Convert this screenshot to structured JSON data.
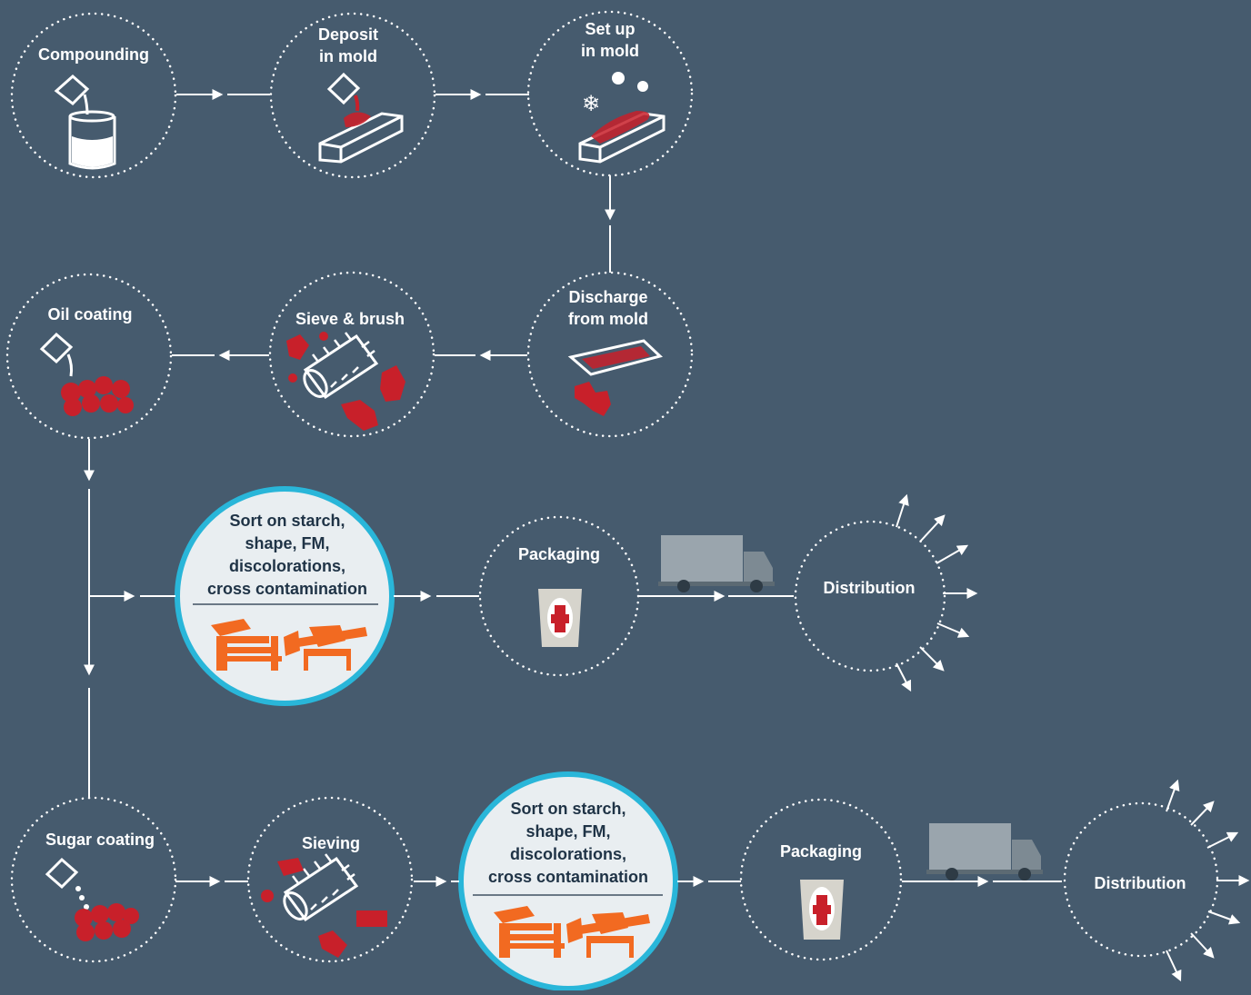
{
  "colors": {
    "background": "#465b6e",
    "line": "#ffffff",
    "gummy_red": "#c8202a",
    "highlight_ring": "#29b6d9",
    "highlight_fill": "#e9eef1",
    "machine_orange": "#f26a21",
    "truck_gray": "#9aa5ad"
  },
  "steps": {
    "compounding": "Compounding",
    "deposit": [
      "Deposit",
      "in mold"
    ],
    "setup": [
      "Set up",
      "in mold"
    ],
    "discharge": [
      "Discharge",
      "from mold"
    ],
    "sieve_brush": "Sieve & brush",
    "oil_coating": "Oil coating",
    "sort1": [
      "Sort on starch,",
      "shape, FM,",
      "discolorations,",
      "cross contamination"
    ],
    "packaging1": "Packaging",
    "distribution1": "Distribution",
    "sugar_coating": "Sugar coating",
    "sieving": "Sieving",
    "sort2": [
      "Sort on starch,",
      "shape, FM,",
      "discolorations,",
      "cross contamination"
    ],
    "packaging2": "Packaging",
    "distribution2": "Distribution"
  },
  "icons": {
    "compounding": "pour-into-bucket-icon",
    "deposit": "pour-into-mold-icon",
    "setup": "cooling-mold-icon",
    "discharge": "mold-discharge-icon",
    "sieve_brush": "brush-sieve-icon",
    "oil_coating": "oil-pour-gummy-icon",
    "sorter": "optical-sorter-machine-icon",
    "packaging": "gummy-bag-icon",
    "truck": "delivery-truck-icon",
    "sugar_coating": "sugar-pour-gummy-icon",
    "sieving": "sieve-drum-icon"
  }
}
